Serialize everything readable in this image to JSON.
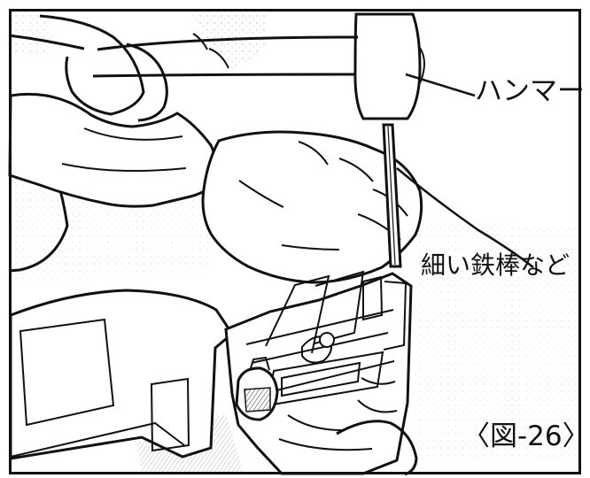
{
  "labels": {
    "hammer": "ハンマー",
    "rod": "細い鉄棒など",
    "figure": "〈図-26〉"
  }
}
